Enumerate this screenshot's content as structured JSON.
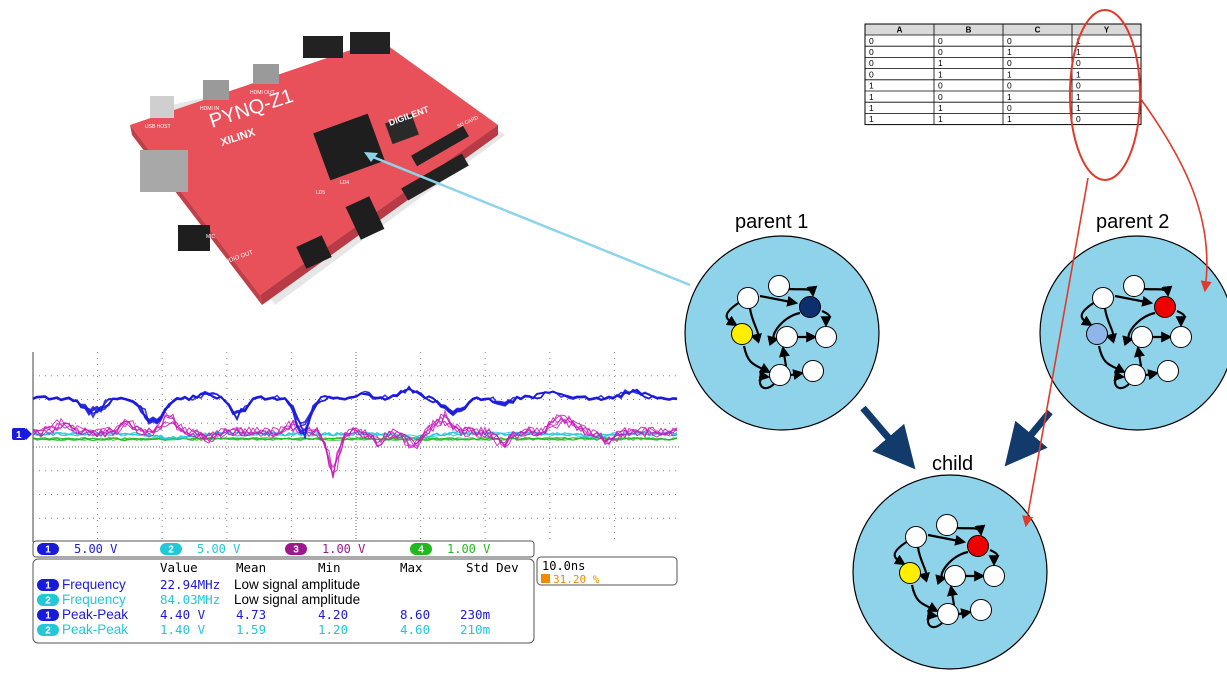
{
  "board": {
    "title": "PYNQ-Z1",
    "brand": "XILINX",
    "maker": "DIGILENT",
    "silk_labels": [
      "HDMI IN",
      "HDMI OUT",
      "AUDIO OUT",
      "USB HOST",
      "LD5",
      "LD4",
      "SD CARD",
      "MIC"
    ]
  },
  "truth_table": {
    "headers": [
      "A",
      "B",
      "C",
      "Y"
    ],
    "rows": [
      [
        "0",
        "0",
        "0",
        "1"
      ],
      [
        "0",
        "0",
        "1",
        "1"
      ],
      [
        "0",
        "1",
        "0",
        "0"
      ],
      [
        "0",
        "1",
        "1",
        "1"
      ],
      [
        "1",
        "0",
        "0",
        "0"
      ],
      [
        "1",
        "0",
        "1",
        "1"
      ],
      [
        "1",
        "1",
        "0",
        "1"
      ],
      [
        "1",
        "1",
        "1",
        "0"
      ]
    ]
  },
  "networks": {
    "parent1": {
      "label": "parent 1",
      "highlight_colors": [
        "#ffee00",
        "#0d2f6e"
      ]
    },
    "parent2": {
      "label": "parent 2",
      "highlight_colors": [
        "#ee0000",
        "#8fb6e8"
      ]
    },
    "child": {
      "label": "child",
      "highlight_colors": [
        "#ffee00",
        "#ee0000"
      ]
    }
  },
  "colors": {
    "network_fill": "#8fd3ea",
    "arrow_navy": "#123a6b",
    "arrow_red": "#e03a2a",
    "connector": "#8fd3ea",
    "ch1": "#1a1adc",
    "ch2": "#22c8d8",
    "ch3": "#c81ab8",
    "ch4": "#22b822",
    "board": "#e8505a"
  },
  "scope": {
    "channel_marker": "1",
    "channels": [
      {
        "num": "1",
        "value": "5.00 V",
        "color": "#1a1adc"
      },
      {
        "num": "2",
        "value": "5.00 V",
        "color": "#22c8d8"
      },
      {
        "num": "3",
        "value": "1.00 V",
        "color": "#9a1a8e"
      },
      {
        "num": "4",
        "value": "1.00 V",
        "color": "#22b822"
      }
    ],
    "timebase": "10.0ns",
    "trigger": "31.20 %",
    "table_headers": [
      "Value",
      "Mean",
      "Min",
      "Max",
      "Std Dev"
    ],
    "measurements": [
      {
        "ch": "1",
        "name": "Frequency",
        "value": "22.94MHz",
        "note": "Low signal amplitude",
        "color": "#1a1adc"
      },
      {
        "ch": "2",
        "name": "Frequency",
        "value": "84.03MHz",
        "note": "Low signal amplitude",
        "color": "#22c8d8"
      },
      {
        "ch": "1",
        "name": "Peak-Peak",
        "value": "4.40 V",
        "mean": "4.73",
        "min": "4.20",
        "max": "8.60",
        "std": "230m",
        "color": "#1a1adc"
      },
      {
        "ch": "2",
        "name": "Peak-Peak",
        "value": "1.40 V",
        "mean": "1.59",
        "min": "1.20",
        "max": "4.60",
        "std": "210m",
        "color": "#22c8d8"
      }
    ]
  }
}
